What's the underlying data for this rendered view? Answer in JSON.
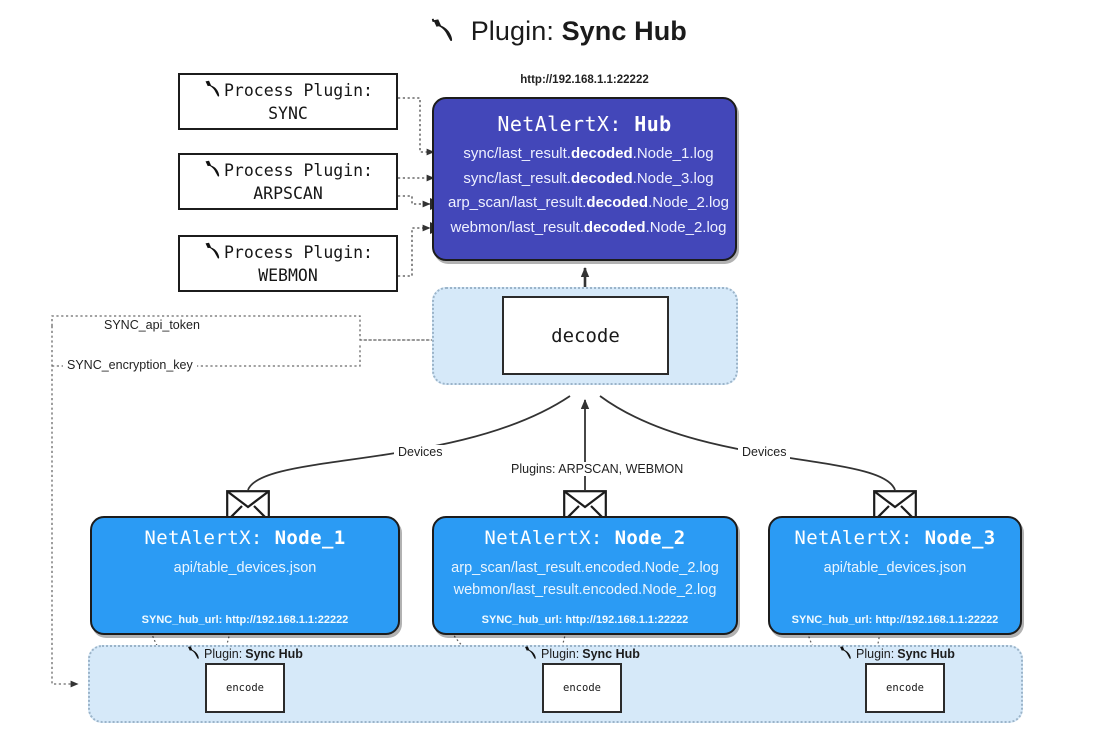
{
  "page": {
    "title_prefix": "Plugin:",
    "title_name": "Sync Hub",
    "plug_icon": "plug-icon"
  },
  "process_plugins": [
    {
      "line1": "Process Plugin:",
      "line2": "SYNC"
    },
    {
      "line1": "Process Plugin:",
      "line2": "ARPSCAN"
    },
    {
      "line1": "Process Plugin:",
      "line2": "WEBMON"
    }
  ],
  "hub": {
    "url": "http://192.168.1.1:22222",
    "title_prefix": "NetAlertX:",
    "title_name": "Hub",
    "logs": [
      {
        "pre": "sync/last_result.",
        "em": "decoded",
        "post": ".Node_1.log"
      },
      {
        "pre": "sync/last_result.",
        "em": "decoded",
        "post": ".Node_3.log"
      },
      {
        "pre": "arp_scan/last_result.",
        "em": "decoded",
        "post": ".Node_2.log"
      },
      {
        "pre": "webmon/last_result.",
        "em": "decoded",
        "post": ".Node_2.log"
      }
    ]
  },
  "decode": {
    "label": "decode"
  },
  "secrets": {
    "api_token": "SYNC_api_token",
    "encryption_key": "SYNC_encryption_key"
  },
  "edge_labels": {
    "devices_left": "Devices",
    "devices_right": "Devices",
    "plugins_center": "Plugins: ARPSCAN, WEBMON"
  },
  "nodes": [
    {
      "title_prefix": "NetAlertX:",
      "title_name": "Node_1",
      "lines": [
        "api/table_devices.json"
      ],
      "hub_url_label": "SYNC_hub_url: http://192.168.1.1:22222",
      "envelope_icon": "envelope-icon"
    },
    {
      "title_prefix": "NetAlertX:",
      "title_name": "Node_2",
      "lines": [
        "arp_scan/last_result.encoded.Node_2.log",
        "webmon/last_result.encoded.Node_2.log"
      ],
      "hub_url_label": "SYNC_hub_url: http://192.168.1.1:22222",
      "envelope_icon": "envelope-icon"
    },
    {
      "title_prefix": "NetAlertX:",
      "title_name": "Node_3",
      "lines": [
        "api/table_devices.json"
      ],
      "hub_url_label": "SYNC_hub_url: http://192.168.1.1:22222",
      "envelope_icon": "envelope-icon"
    }
  ],
  "encoders": [
    {
      "tag_prefix": "Plugin:",
      "tag_name": "Sync Hub",
      "label": "encode"
    },
    {
      "tag_prefix": "Plugin:",
      "tag_name": "Sync Hub",
      "label": "encode"
    },
    {
      "tag_prefix": "Plugin:",
      "tag_name": "Sync Hub",
      "label": "encode"
    }
  ],
  "colors": {
    "hub_fill": "#4347b9",
    "node_fill": "#2b9bf4",
    "panel_fill": "#d6e9f9",
    "stroke": "#1c1c1c",
    "background": "#ffffff"
  }
}
